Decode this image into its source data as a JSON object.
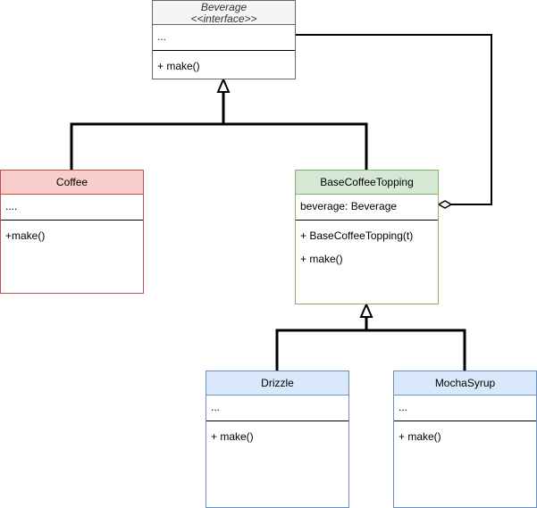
{
  "colors": {
    "interface_fill": "#f5f5f5",
    "coffee_fill": "#f8cecc",
    "coffee_stroke": "#b85450",
    "topping_fill": "#d5e8d4",
    "topping_stroke": "#82b366",
    "subclass_fill": "#dae8fc",
    "subclass_stroke": "#6c8ebf",
    "line": "#000000"
  },
  "classes": {
    "beverage": {
      "name": "Beverage",
      "stereotype": "<<interface>>",
      "attributes": "...",
      "operations": [
        "+ make()"
      ]
    },
    "coffee": {
      "name": "Coffee",
      "attributes": "....",
      "operations": [
        "+make()"
      ]
    },
    "base_coffee_topping": {
      "name": "BaseCoffeeTopping",
      "attributes": "beverage: Beverage",
      "operations": [
        "+ BaseCoffeeTopping(t)",
        "+ make()"
      ]
    },
    "drizzle": {
      "name": "Drizzle",
      "attributes": "...",
      "operations": [
        "+ make()"
      ]
    },
    "mocha_syrup": {
      "name": "MochaSyrup",
      "attributes": "...",
      "operations": [
        "+ make()"
      ]
    }
  },
  "relationships": [
    {
      "type": "realization",
      "from": "Coffee",
      "to": "Beverage"
    },
    {
      "type": "realization",
      "from": "BaseCoffeeTopping",
      "to": "Beverage"
    },
    {
      "type": "aggregation",
      "from": "BaseCoffeeTopping",
      "to": "Beverage"
    },
    {
      "type": "generalization",
      "from": "Drizzle",
      "to": "BaseCoffeeTopping"
    },
    {
      "type": "generalization",
      "from": "MochaSyrup",
      "to": "BaseCoffeeTopping"
    }
  ]
}
